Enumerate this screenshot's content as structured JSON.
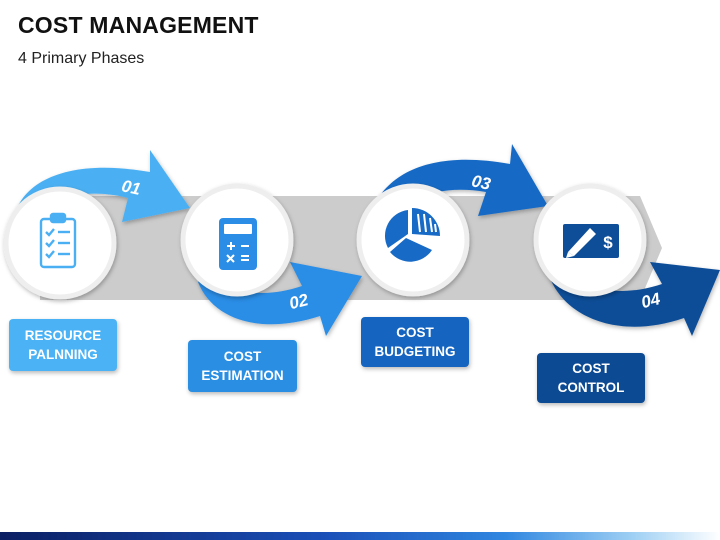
{
  "title": "COST MANAGEMENT",
  "subtitle": "4 Primary Phases",
  "phases": [
    {
      "number": "01",
      "label": "RESOURCE\nPALNNING",
      "icon": "clipboard-checklist-icon",
      "color": "#4bb3f5",
      "arrow_color": "#4bb0f3"
    },
    {
      "number": "02",
      "label": "COST\nESTIMATION",
      "icon": "calculator-icon",
      "color": "#2a8fe3",
      "arrow_color": "#2b8de6"
    },
    {
      "number": "03",
      "label": "COST\nBUDGETING",
      "icon": "pie-chart-icon",
      "color": "#1565c0",
      "arrow_color": "#176ac5"
    },
    {
      "number": "04",
      "label": "COST\nCONTROL",
      "icon": "cheque-dollar-icon",
      "color": "#0c4a94",
      "arrow_color": "#0e4d98"
    }
  ],
  "colors": {
    "band": "#cccccc",
    "circle_border": "#eeeeee"
  }
}
